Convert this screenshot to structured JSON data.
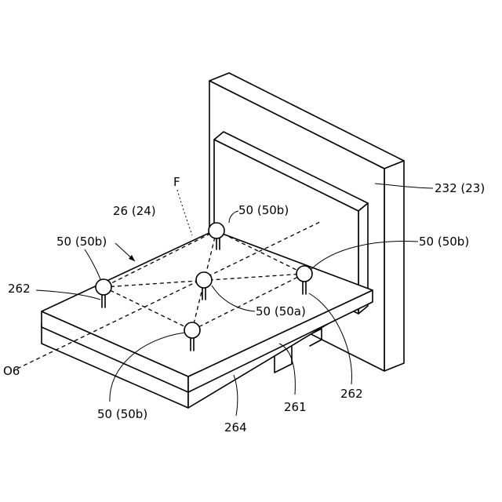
{
  "labels": {
    "wall": "232 (23)",
    "plate": "26 (24)",
    "f": "F",
    "ball_top": "50 (50b)",
    "ball_left": "50 (50b)",
    "ball_right": "50 (50b)",
    "ball_bottom": "50 (50b)",
    "ball_center": "50 (50a)",
    "pin_left": "262",
    "pin_right": "262",
    "axis": "O6",
    "base_block": "261",
    "base_plate": "264"
  }
}
